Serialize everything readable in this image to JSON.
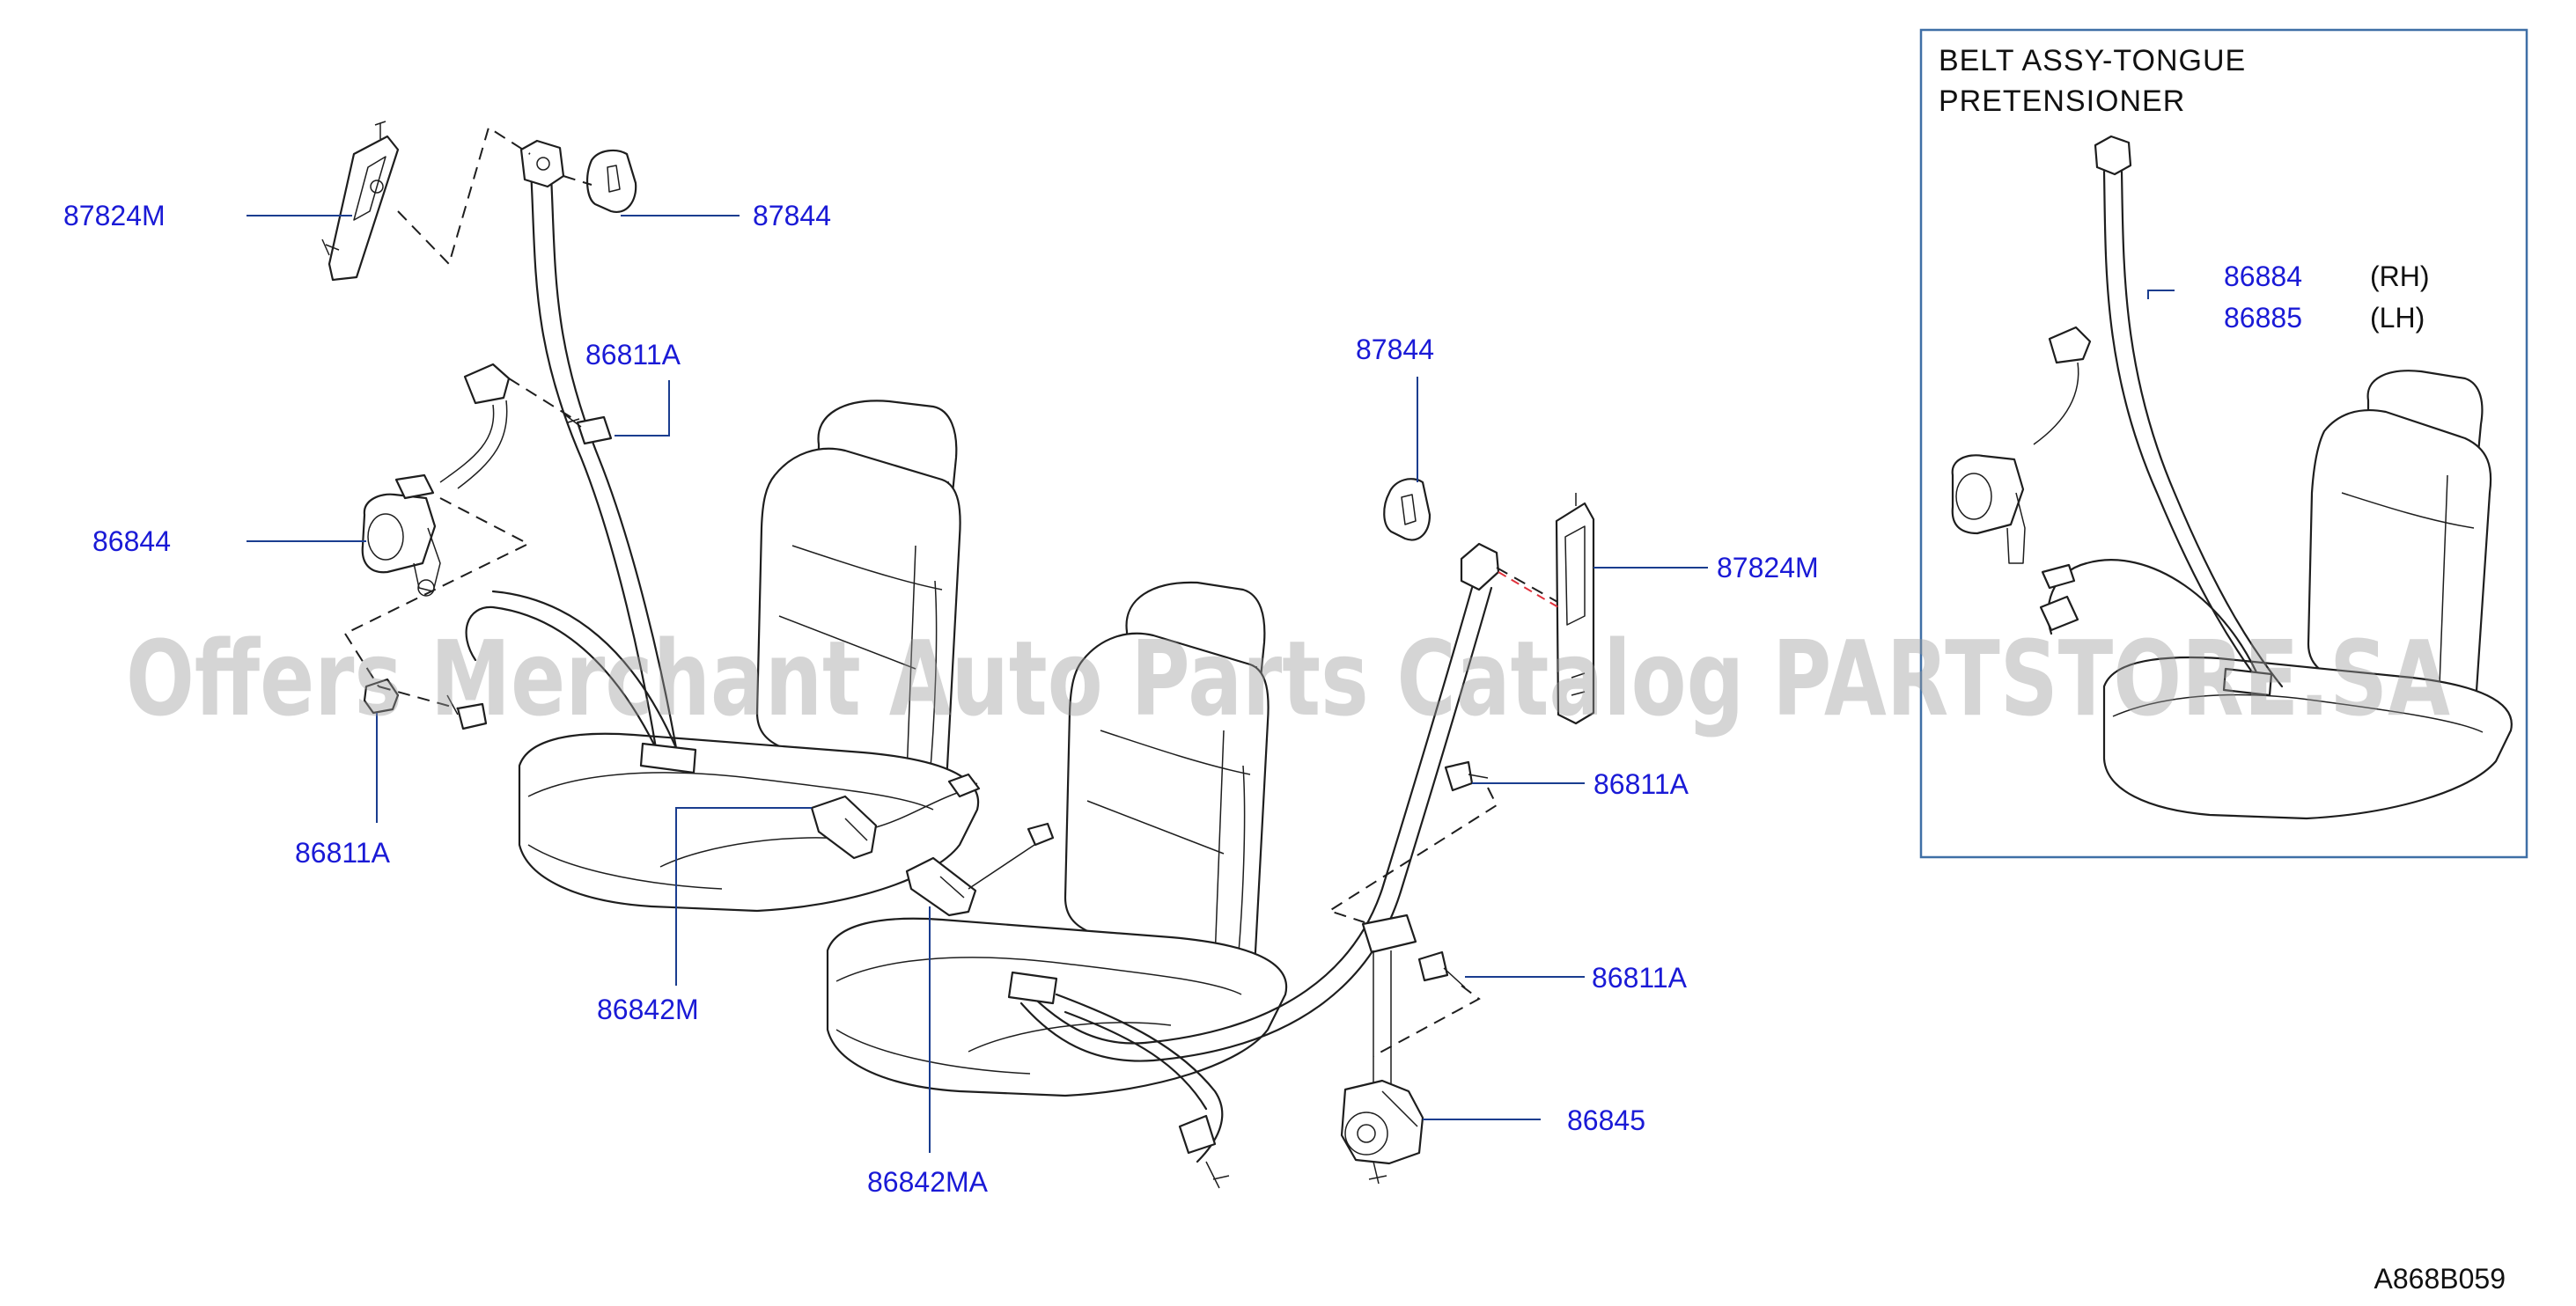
{
  "diagram": {
    "code": "A868B059",
    "watermark": "Offers Merchant Auto Parts Catalog PARTSTORE.SA"
  },
  "labels": {
    "p87824m_left": "87824M",
    "p87844_left": "87844",
    "p86811a_upper_left": "86811A",
    "p86844": "86844",
    "p86811a_lower_left": "86811A",
    "p86842m": "86842M",
    "p86842ma": "86842MA",
    "p87844_right": "87844",
    "p87824m_right": "87824M",
    "p86811a_upper_right": "86811A",
    "p86811a_lower_right": "86811A",
    "p86845": "86845"
  },
  "inset": {
    "title_line1": "BELT   ASSY-TONGUE",
    "title_line2": "PRETENSIONER",
    "part_rh": "86884",
    "side_rh": "(RH)",
    "part_lh": "86885",
    "side_lh": "(LH)"
  }
}
